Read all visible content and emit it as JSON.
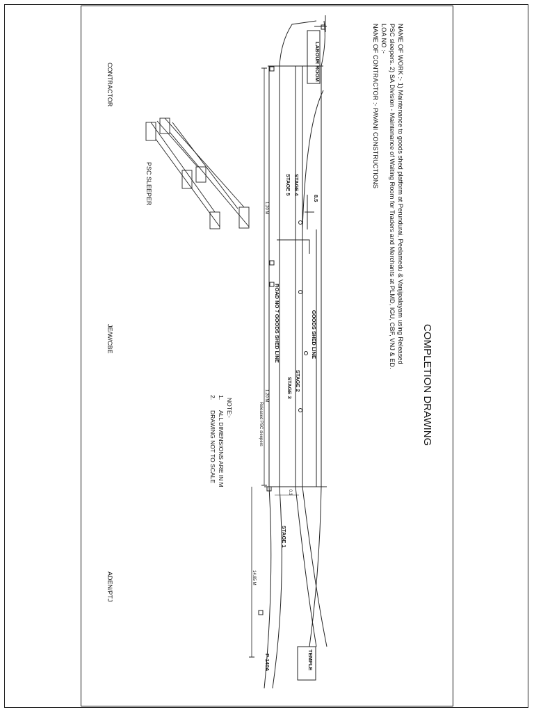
{
  "drawing": {
    "title": "COMPLETION DRAWING",
    "work_lines": [
      "NAME OF WORK :-   1) Maintenance to goods shed platform at Perundurai, Peelamedu & Vanjipalayam using Released",
      "PSC sleepers. 2) SA Division - Maintenance of Waiting Room for Traders and Merchants at PLMD, IGU, CBF, VNJ & ED.",
      "LOA NO :-",
      "NAME OF CONTRACTOR :- PAVANI CONSTRUCTIONS"
    ],
    "signatures": {
      "contractor": "CONTRACTOR",
      "je": "JE/W/CBE",
      "aden": "ADEN/PTJ"
    },
    "sleeper_label": "PSC SLEEPER",
    "notes": {
      "heading": "NOTE:-",
      "items": [
        {
          "num": "1.",
          "text": "ALL DIMENSIONS ARE IN M"
        },
        {
          "num": "2.",
          "text": "DRAWING NOT TO SCALE"
        }
      ]
    },
    "labels": {
      "labour_room": "LABOUR ROOM",
      "temple": "TEMPLE",
      "p140a": "P-140A",
      "stage1": "STAGE 1",
      "stage2": "STAGE 2",
      "stage3": "STAGE 3",
      "stage4": "STAGE 4",
      "stage5": "STAGE 5",
      "road_line": "ROAD NO 7  GOODS SHED LINE",
      "shed_line": "GOODS SHED LINE",
      "dim_85": "8.5",
      "released_sleepers": "Released PSC sleepers",
      "dim_top": "1.20 M",
      "dim_mid": "1.20 M",
      "dim_right": "14.85 M",
      "dim_mark": "0.3"
    }
  }
}
